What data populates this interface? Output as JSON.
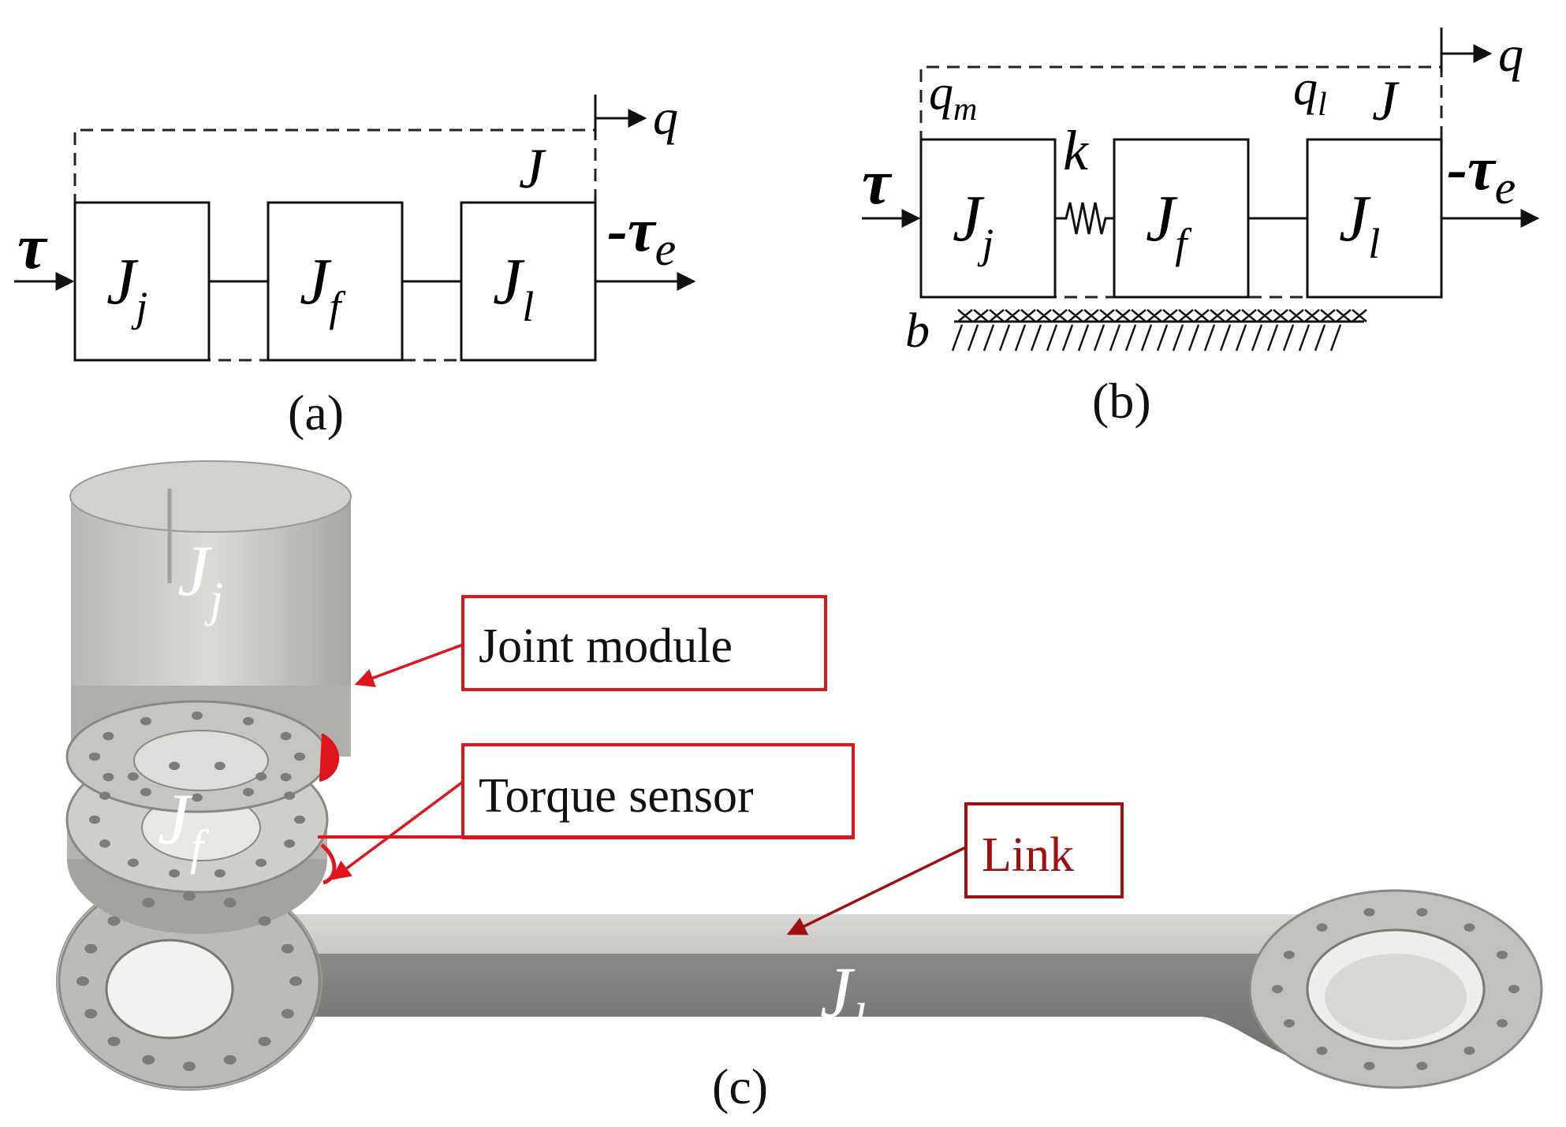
{
  "panel_a": {
    "input_symbol": "τ",
    "output_symbol": "-τ",
    "output_sub": "e",
    "position_symbol": "q",
    "group_label": "J",
    "blocks": [
      {
        "main": "J",
        "sub": "j"
      },
      {
        "main": "J",
        "sub": "f"
      },
      {
        "main": "J",
        "sub": "l"
      }
    ],
    "caption": "(a)"
  },
  "panel_b": {
    "input_symbol": "τ",
    "output_symbol": "-τ",
    "output_sub": "e",
    "position_symbol": "q",
    "group_label": "J",
    "motor_pos": "q",
    "motor_pos_sub": "m",
    "link_pos": "q",
    "link_pos_sub": "l",
    "spring_label": "k",
    "damping_label": "b",
    "blocks": [
      {
        "main": "J",
        "sub": "j"
      },
      {
        "main": "J",
        "sub": "f"
      },
      {
        "main": "J",
        "sub": "l"
      }
    ],
    "caption": "(b)"
  },
  "panel_c": {
    "callouts": {
      "joint": "Joint module",
      "sensor": "Torque sensor",
      "link": "Link"
    },
    "inertia_labels": [
      {
        "main": "J",
        "sub": "j"
      },
      {
        "main": "J",
        "sub": "f"
      },
      {
        "main": "J",
        "sub": "l"
      }
    ],
    "caption": "(c)"
  },
  "colors": {
    "callout_red": "#e0141c",
    "link_red": "#a01010",
    "metal_light": "#d4d3d0",
    "metal_dark": "#8a8886"
  }
}
